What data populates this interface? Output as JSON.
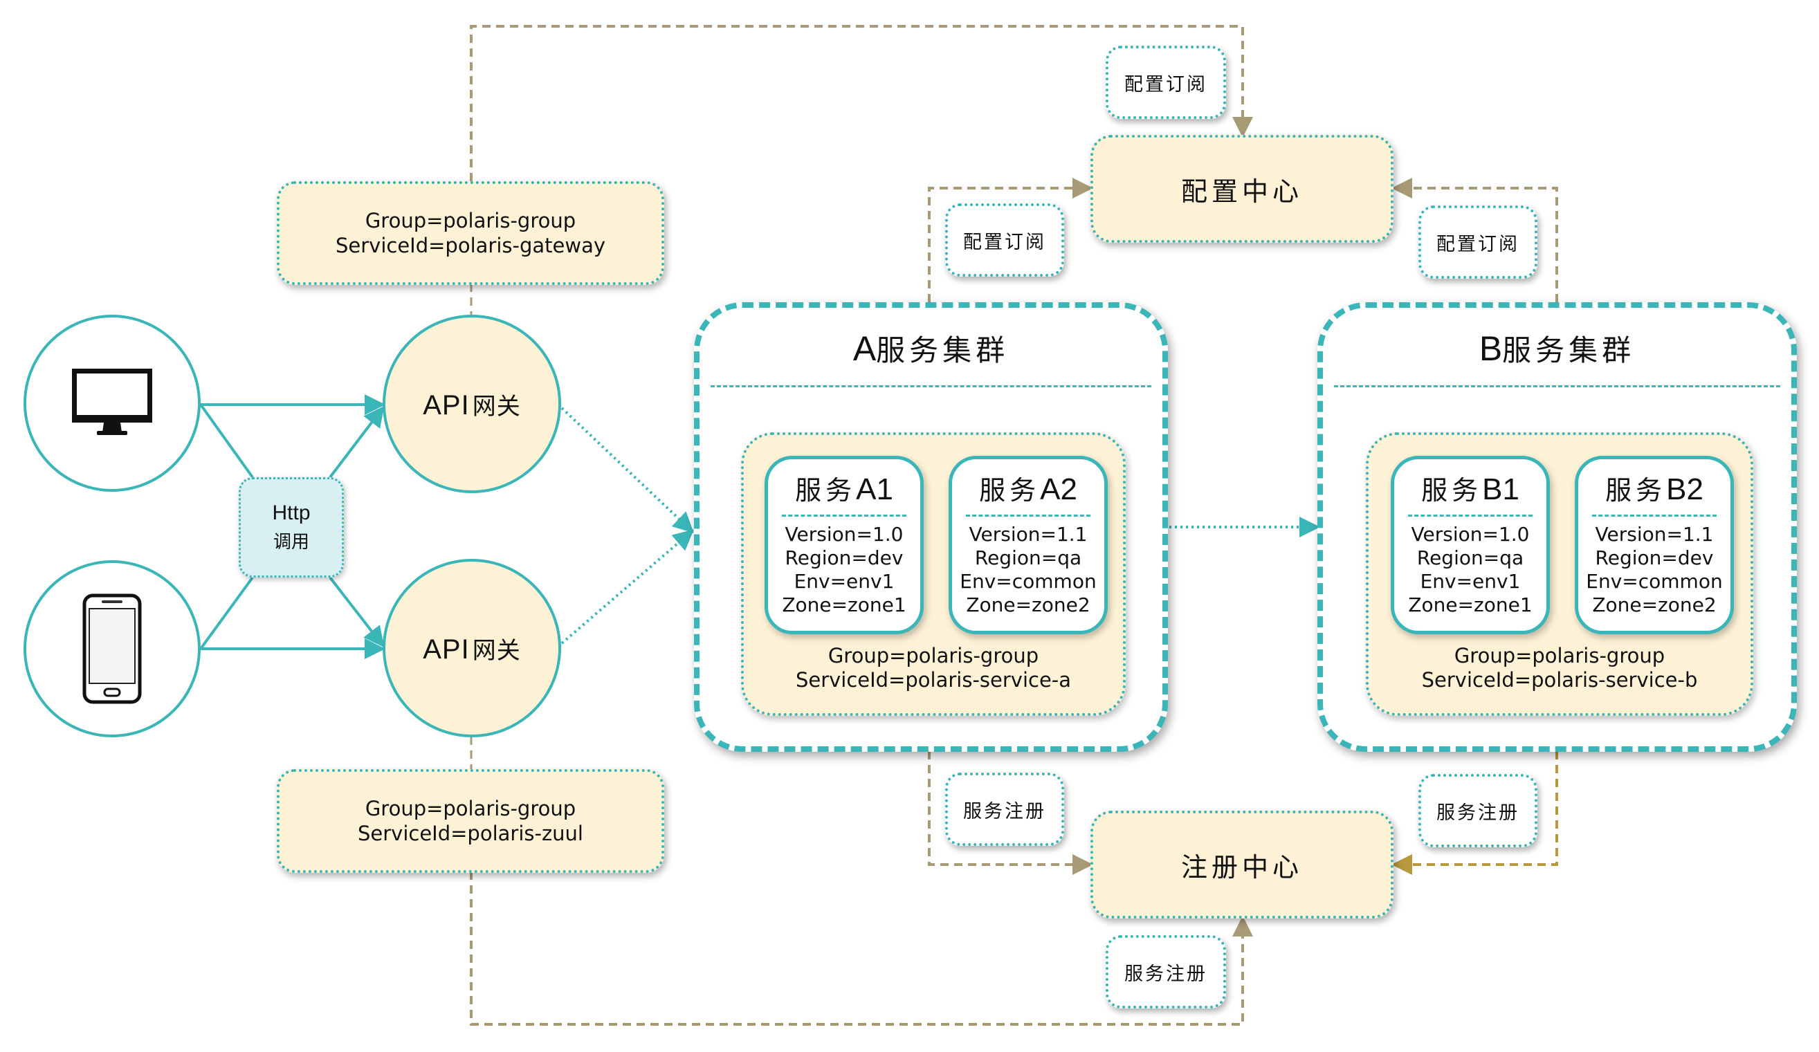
{
  "clients": [
    {
      "id": "desktop",
      "icon": "desktop-monitor-icon"
    },
    {
      "id": "mobile",
      "icon": "mobile-phone-icon"
    }
  ],
  "http_call": {
    "line1": "Http",
    "line2": "调用"
  },
  "gateways": [
    {
      "prefix": "API",
      "suffix": "网关"
    },
    {
      "prefix": "API",
      "suffix": "网关"
    }
  ],
  "gateway_info": {
    "top": {
      "group": "Group=polaris-group",
      "service_id": "ServiceId=polaris-gateway"
    },
    "bottom": {
      "group": "Group=polaris-group",
      "service_id": "ServiceId=polaris-zuul"
    }
  },
  "config_center": {
    "label": "配置中心"
  },
  "registry_center": {
    "label": "注册中心"
  },
  "tags": {
    "config_subscribe": "配置订阅",
    "service_register": "服务注册"
  },
  "clusters": {
    "a": {
      "title_prefix": "A",
      "title_suffix": "服务集群",
      "group": "Group=polaris-group",
      "service_id": "ServiceId=polaris-service-a",
      "services": [
        {
          "prefix": "服务",
          "name": "A1",
          "props": [
            "Version=1.0",
            "Region=dev",
            "Env=env1",
            "Zone=zone1"
          ]
        },
        {
          "prefix": "服务",
          "name": "A2",
          "props": [
            "Version=1.1",
            "Region=qa",
            "Env=common",
            "Zone=zone2"
          ]
        }
      ]
    },
    "b": {
      "title_prefix": "B",
      "title_suffix": "服务集群",
      "group": "Group=polaris-group",
      "service_id": "ServiceId=polaris-service-b",
      "services": [
        {
          "prefix": "服务",
          "name": "B1",
          "props": [
            "Version=1.0",
            "Region=qa",
            "Env=env1",
            "Zone=zone1"
          ]
        },
        {
          "prefix": "服务",
          "name": "B2",
          "props": [
            "Version=1.1",
            "Region=dev",
            "Env=common",
            "Zone=zone2"
          ]
        }
      ]
    }
  },
  "colors": {
    "teal": "#3ab5b8",
    "cream": "#fdf1d6",
    "http_bg": "#d8f0f2",
    "route": "#a89a74",
    "route_gold": "#b8983c"
  }
}
